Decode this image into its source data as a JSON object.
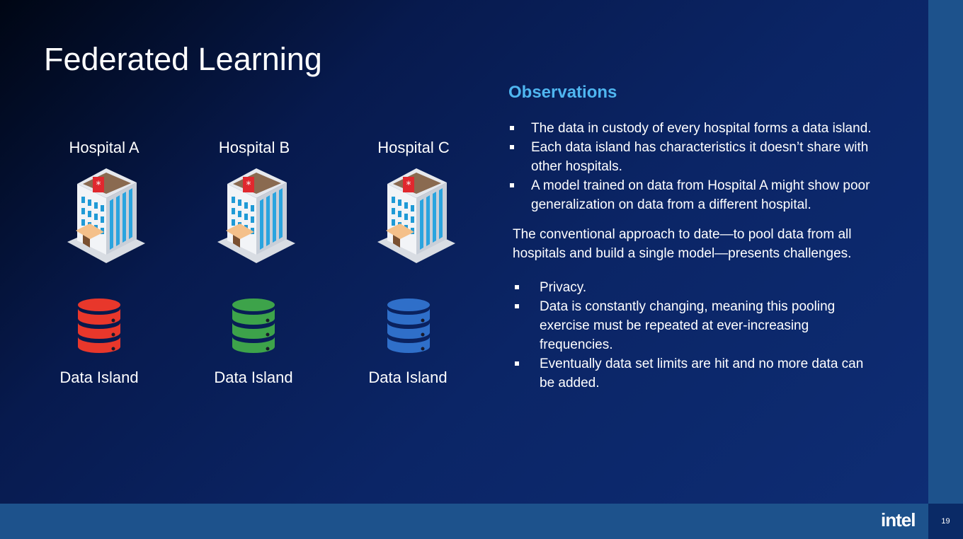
{
  "slide": {
    "title": "Federated Learning",
    "page_number": "19",
    "logo_text": "intel"
  },
  "hospitals": [
    {
      "label": "Hospital A",
      "island_label": "Data Island",
      "db_color": "#e8372b"
    },
    {
      "label": "Hospital B",
      "island_label": "Data Island",
      "db_color": "#3da34a"
    },
    {
      "label": "Hospital C",
      "island_label": "Data Island",
      "db_color": "#2f6fc9"
    }
  ],
  "observations": {
    "heading": "Observations",
    "bullets": [
      "The data in custody of every hospital forms a data island.",
      "Each data island has characteristics it doesn’t share with other hospitals.",
      "A model trained on data from Hospital A might show poor generalization on data from a different hospital."
    ],
    "paragraph": "The conventional approach to date—to pool data from all hospitals and build a single model—presents challenges.",
    "challenges": [
      "Privacy.",
      "Data is constantly changing, meaning this pooling exercise must be repeated at ever-increasing frequencies.",
      "Eventually data set limits are hit and no more data can be added."
    ]
  },
  "colors": {
    "heading_accent": "#4fb6f0",
    "footer_bar": "#1d528c"
  }
}
